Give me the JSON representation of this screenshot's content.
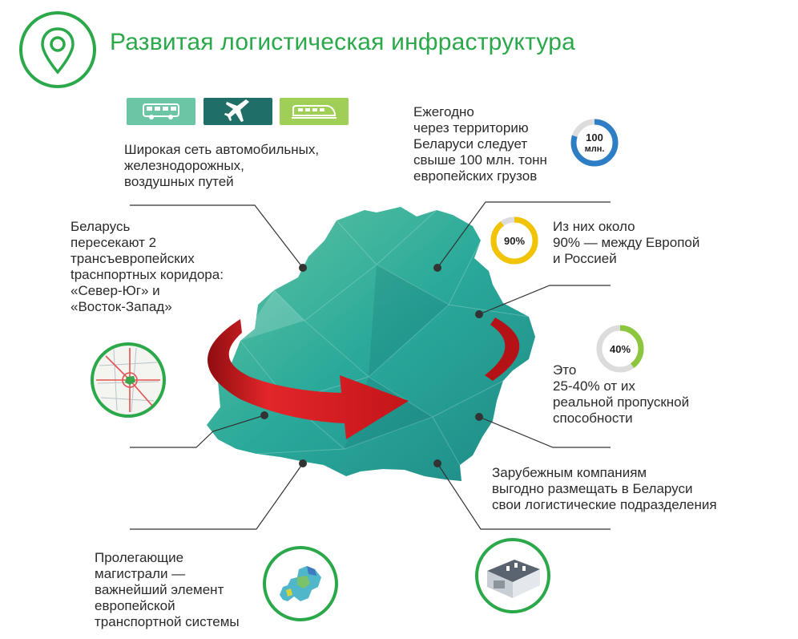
{
  "header": {
    "title": "Развитая логистическая инфраструктура",
    "icon": "location-pin-icon"
  },
  "transport_modes": [
    {
      "icon": "bus-icon",
      "color": "#6cc6a6"
    },
    {
      "icon": "airplane-icon",
      "color": "#1f6e67"
    },
    {
      "icon": "train-icon",
      "color": "#9fcf57"
    }
  ],
  "blocks": {
    "network": "Широкая сеть автомобильных,\nжелезнодорожных,\nвоздушных путей",
    "corridors": "Беларусь\nпересекают 2\nтрансъевропейских\ntраснпортных коридора:\n«Север-Юг» и\n«Восток-Запад»",
    "annual": "Ежегодно\nчерез территорию\nБеларуси следует\nсвыше 100 млн. тонн\nевропейских грузов",
    "share": "Из них около\n90% — между Европой\nи Россией",
    "capacity": "Это\n25-40% от их\nреальной пропускной\nспособности",
    "companies": "Зарубежным компаниям\nвыгодно размещать в Беларуси\nсвои логистические подразделения",
    "highways": "Пролегающие\nмагистрали —\nважнейший элемент\nевропейской\nтранспортной системы"
  },
  "gauges": [
    {
      "name": "gauge-100",
      "line1": "100",
      "line2": "млн.",
      "color": "#2e7ec6",
      "fraction": 0.8
    },
    {
      "name": "gauge-90",
      "line1": "90%",
      "line2": "",
      "color": "#f2c300",
      "fraction": 0.9
    },
    {
      "name": "gauge-40",
      "line1": "40%",
      "line2": "",
      "color": "#8cc63f",
      "fraction": 0.4
    }
  ],
  "colors": {
    "accent": "#2aa84a",
    "map": "#2fae91",
    "arrow": "#d8181c",
    "lines": "#333333"
  },
  "circle_icons": [
    "corridor-map-icon",
    "europe-map-icon",
    "warehouse-icon"
  ]
}
